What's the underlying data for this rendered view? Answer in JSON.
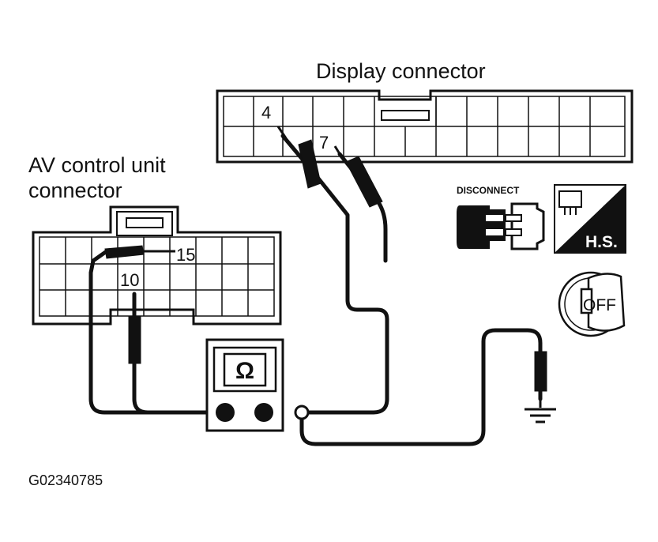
{
  "labels": {
    "display_connector": "Display connector",
    "av_connector_line1": "AV control unit",
    "av_connector_line2": "connector",
    "figure_code": "G02340785"
  },
  "pins": {
    "display_pin_a": "4",
    "display_pin_b": "7",
    "av_pin_a": "15",
    "av_pin_b": "10"
  },
  "meter": {
    "symbol": "Ω"
  },
  "icons": {
    "disconnect_label": "DISCONNECT",
    "harness_side_label": "H.S.",
    "ignition_label": "OFF",
    "names": [
      "disconnect-connector-icon",
      "harness-side-icon",
      "ignition-key-off-icon",
      "ground-icon",
      "ohmmeter-icon"
    ]
  }
}
